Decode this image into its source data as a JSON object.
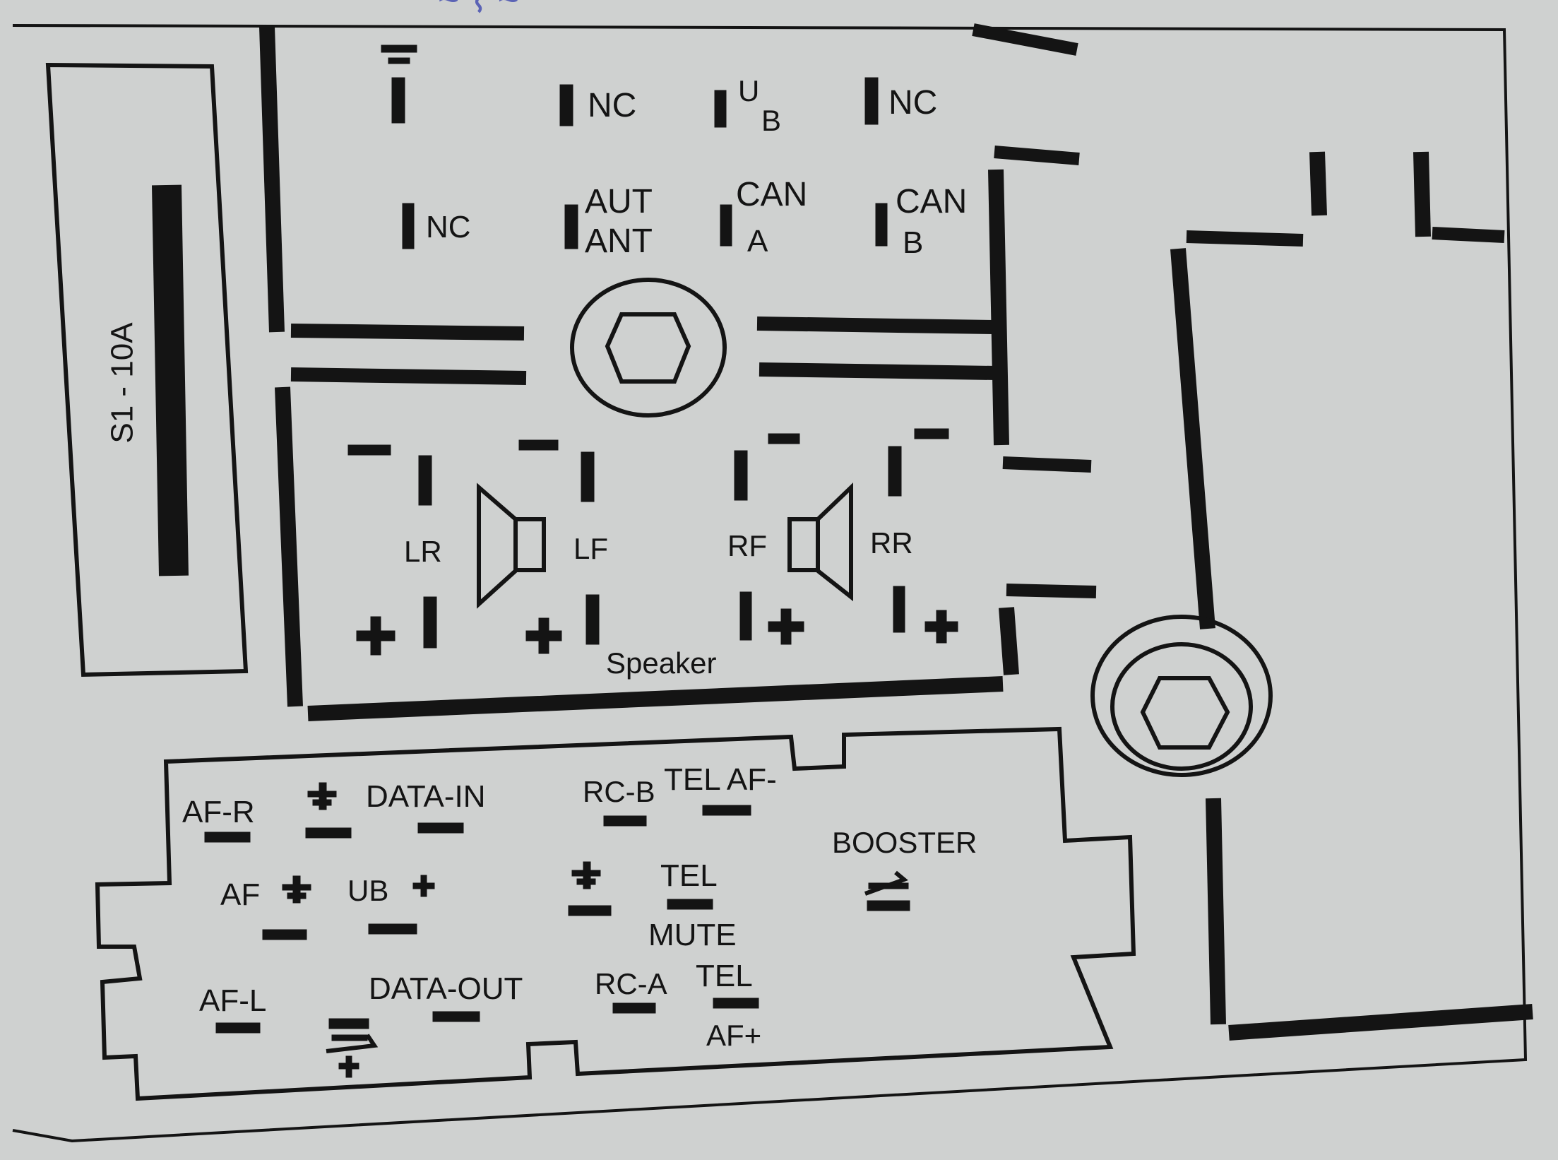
{
  "fuse": {
    "label": "S1 - 10A"
  },
  "top_connector": {
    "row1": [
      "NC",
      "U",
      "B",
      "NC"
    ],
    "row2": {
      "nc": "NC",
      "aut_ant": [
        "AUT",
        "ANT"
      ],
      "can_a": [
        "CAN",
        "A"
      ],
      "can_b": [
        "CAN",
        "B"
      ]
    }
  },
  "speaker": {
    "channels": [
      "LR",
      "LF",
      "RF",
      "RR"
    ],
    "title": "Speaker"
  },
  "bottom_connector": {
    "af_r": "AF-R",
    "data_in": "DATA-IN",
    "rc_b": "RC-B",
    "tel_af_minus": "TEL AF-",
    "af": "AF",
    "ub": "UB",
    "tel_mute": [
      "TEL",
      "MUTE"
    ],
    "booster": "BOOSTER",
    "af_l": "AF-L",
    "data_out": "DATA-OUT",
    "rc_a": "RC-A",
    "tel_af_plus": [
      "TEL",
      "AF+"
    ]
  }
}
